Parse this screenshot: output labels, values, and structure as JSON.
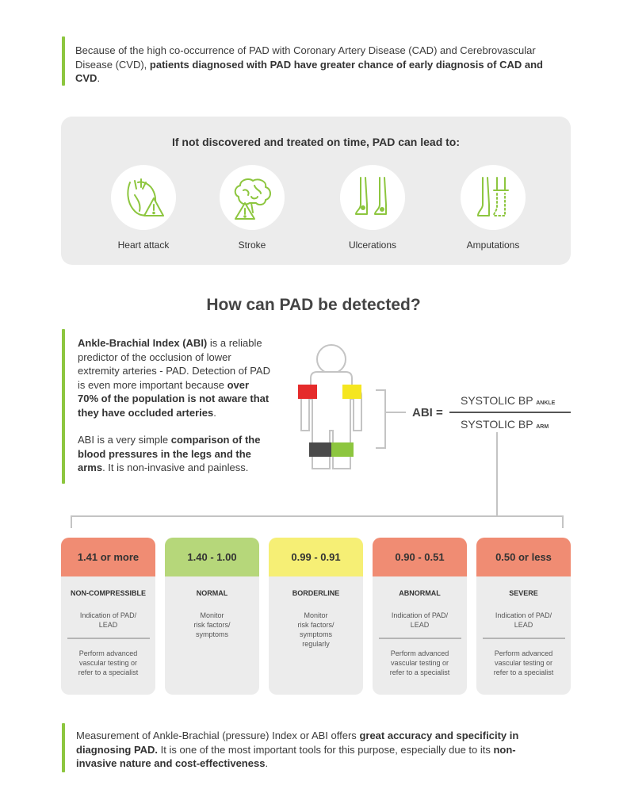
{
  "intro": {
    "text1": "Because of the high co-occurrence of PAD with Coronary Artery Disease (CAD) and Cerebrovascular Disease (CVD), ",
    "bold": "patients diagnosed with PAD have greater chance of early diagnosis of CAD and CVD",
    "text2": "."
  },
  "risks": {
    "title": "If not discovered and treated on time, PAD can lead to:",
    "items": [
      {
        "label": "Heart attack",
        "icon": "heart-warning-icon"
      },
      {
        "label": "Stroke",
        "icon": "brain-warning-icon"
      },
      {
        "label": "Ulcerations",
        "icon": "legs-ulcer-icon"
      },
      {
        "label": "Amputations",
        "icon": "leg-amputation-icon"
      }
    ]
  },
  "detect": {
    "title": "How can PAD be detected?",
    "p1_bold1": "Ankle-Brachial Index (ABI)",
    "p1_text1": " is a reliable predictor of the occlusion of lower extremity arteries - PAD. Detection of PAD is even more important because ",
    "p1_bold2": "over 70% of the population is not aware that they have occluded arteries",
    "p1_text2": ".",
    "p2_text1": "ABI is a very simple ",
    "p2_bold": "comparison of the blood pressures in the legs and the arms",
    "p2_text2": ". It is non-invasive and painless."
  },
  "formula": {
    "label": "ABI =",
    "numerator": "SYSTOLIC BP",
    "numerator_sub": "ANKLE",
    "denominator": "SYSTOLIC BP",
    "denominator_sub": "ARM"
  },
  "cards": [
    {
      "range": "1.41 or more",
      "category": "NON-COMPRESSIBLE",
      "desc": "Indication of PAD/\nLEAD",
      "action": "Perform advanced\nvascular testing or\nrefer to a specialist",
      "color": "#f08c73"
    },
    {
      "range": "1.40 - 1.00",
      "category": "NORMAL",
      "desc": "Monitor\nrisk factors/\nsymptoms",
      "action": "",
      "color": "#b6d77a"
    },
    {
      "range": "0.99 - 0.91",
      "category": "BORDERLINE",
      "desc": "Monitor\nrisk factors/\nsymptoms\nregularly",
      "action": "",
      "color": "#f6ef75"
    },
    {
      "range": "0.90 - 0.51",
      "category": "ABNORMAL",
      "desc": "Indication of PAD/\nLEAD",
      "action": "Perform advanced\nvascular testing or\nrefer to a specialist",
      "color": "#f08c73"
    },
    {
      "range": "0.50 or less",
      "category": "SEVERE",
      "desc": "Indication of PAD/\nLEAD",
      "action": "Perform advanced\nvascular testing or\nrefer to a specialist",
      "color": "#f08c73"
    }
  ],
  "outro": {
    "text1": "Measurement of Ankle-Brachial (pressure) Index or ABI offers ",
    "bold1": "great accuracy and specificity in diagnosing PAD.",
    "text2": " It is one of the most important tools for this purpose, especially due to its ",
    "bold2": "non-invasive nature and cost-effectiveness",
    "text3": "."
  },
  "colors": {
    "accent": "#8dc63f",
    "cuff_red": "#e52b2b",
    "cuff_yellow": "#f5e620",
    "cuff_dark": "#4a4a4a",
    "cuff_green": "#8dc63f"
  }
}
